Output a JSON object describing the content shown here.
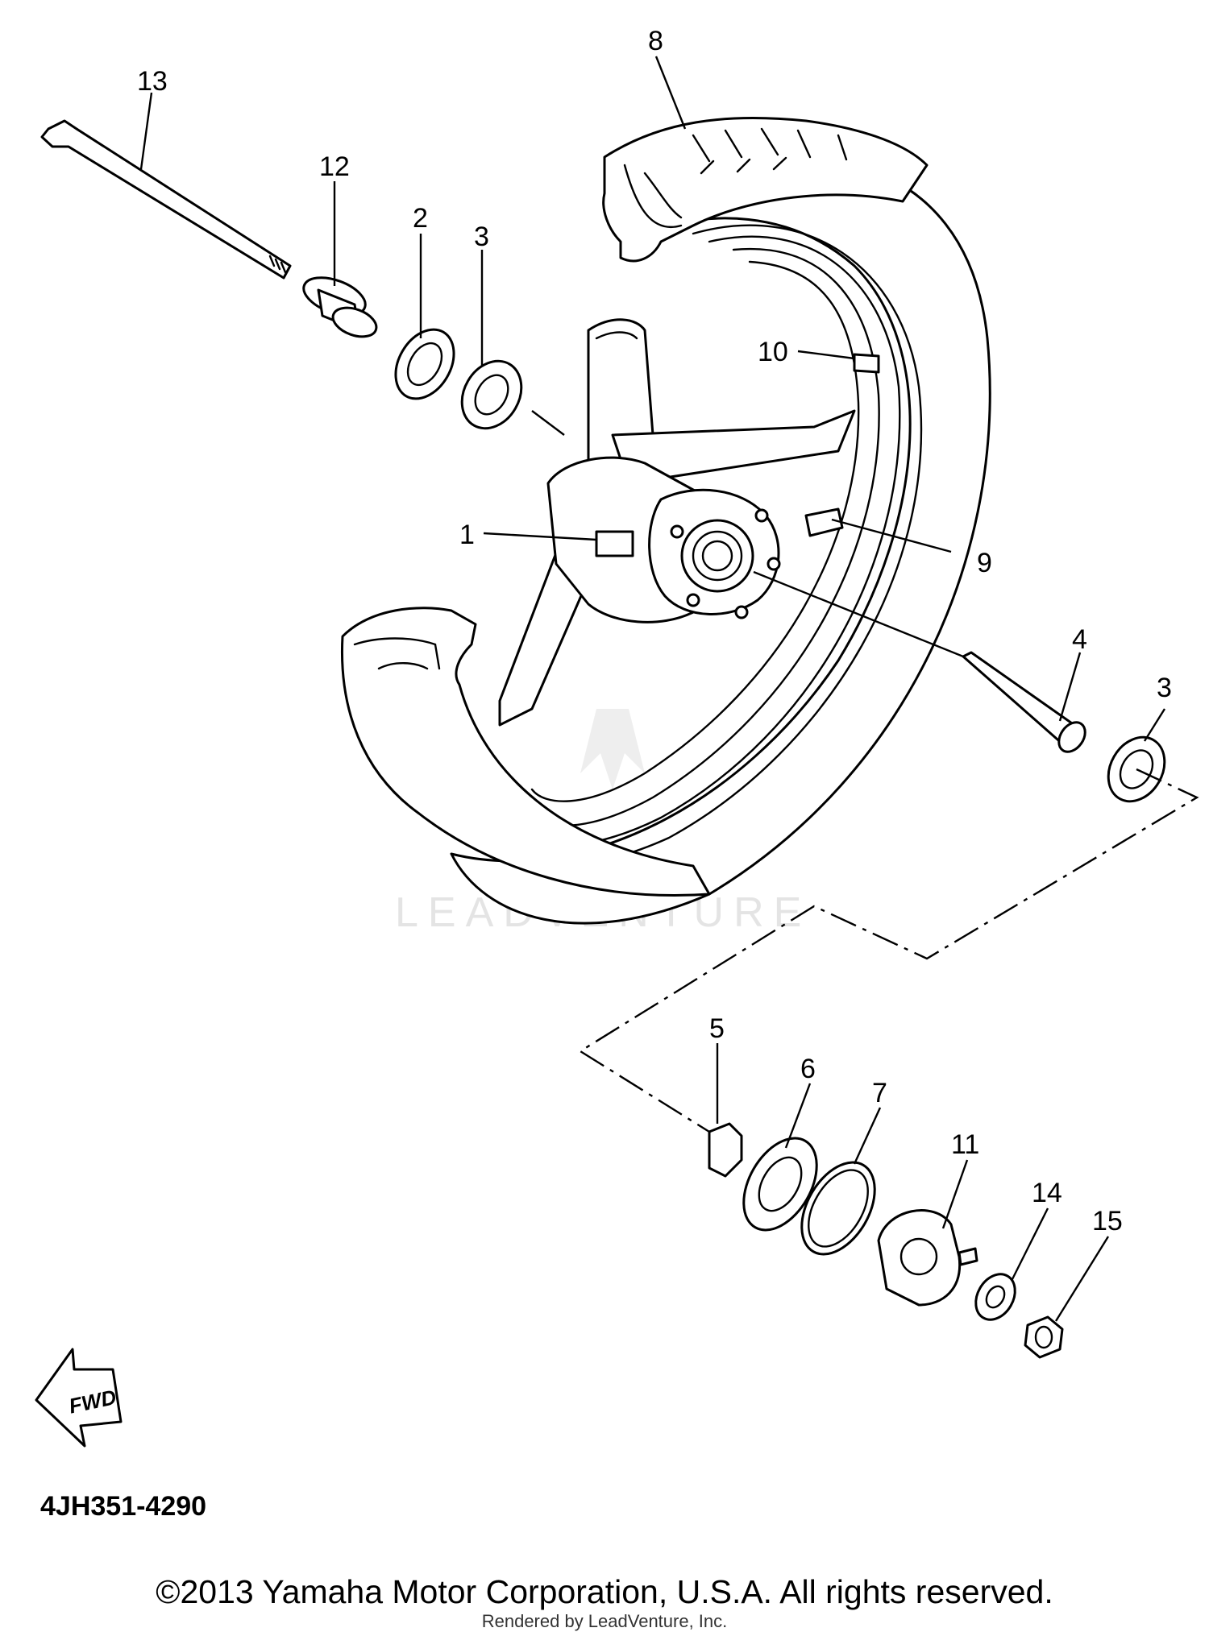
{
  "callouts": [
    "1",
    "2",
    "3",
    "3",
    "4",
    "5",
    "6",
    "7",
    "8",
    "9",
    "10",
    "11",
    "12",
    "13",
    "14",
    "15"
  ],
  "fwd_label": "FWD",
  "diagram_code": "4JH351-4290",
  "watermark": "LEADVENTURE",
  "copyright": "©2013 Yamaha Motor Corporation, U.S.A. All rights reserved.",
  "rendered_by": "Rendered by LeadVenture, Inc."
}
